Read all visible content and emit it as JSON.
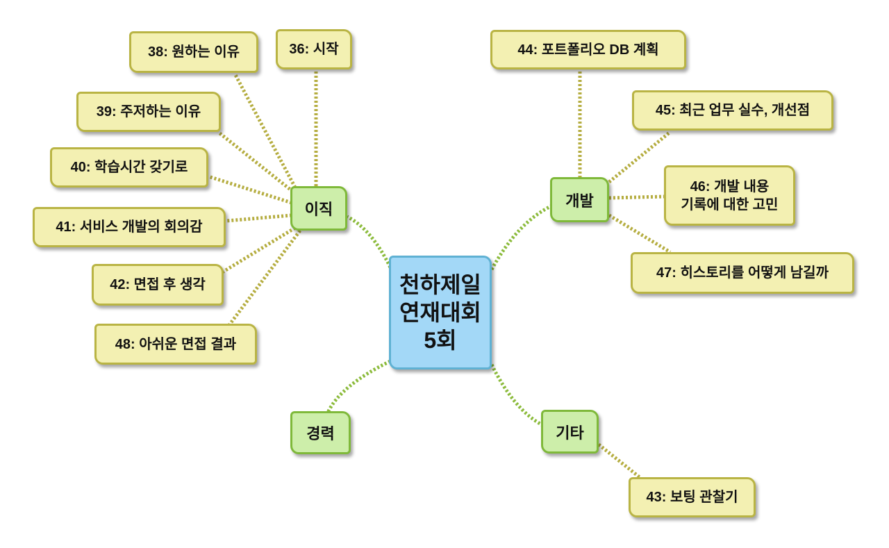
{
  "center": {
    "line1": "천하제일",
    "line2": "연재대회",
    "line3": "5회"
  },
  "branches": {
    "ijik": "이직",
    "gyeongryeok": "경력",
    "gaebal": "개발",
    "gita": "기타"
  },
  "leaves": {
    "n36": "36: 시작",
    "n38": "38: 원하는 이유",
    "n39": "39: 주저하는 이유",
    "n40": "40: 학습시간 갖기로",
    "n41": "41: 서비스 개발의 회의감",
    "n42": "42: 면접 후 생각",
    "n48": "48: 아쉬운 면접 결과",
    "n44": "44: 포트폴리오 DB 계획",
    "n45": "45: 최근 업무 실수, 개선점",
    "n46_line1": "46: 개발 내용",
    "n46_line2": "기록에 대한 고민",
    "n47": "47: 히스토리를 어떻게 남길까",
    "n43": "43: 보팅 관찰기"
  },
  "colors": {
    "leaf_fill": "#f3f0b2",
    "leaf_border": "#b9b444",
    "branch_fill": "#cdeeaa",
    "branch_border": "#7fb93a",
    "center_fill": "#a3d8f7",
    "center_border": "#5fb1d3"
  }
}
